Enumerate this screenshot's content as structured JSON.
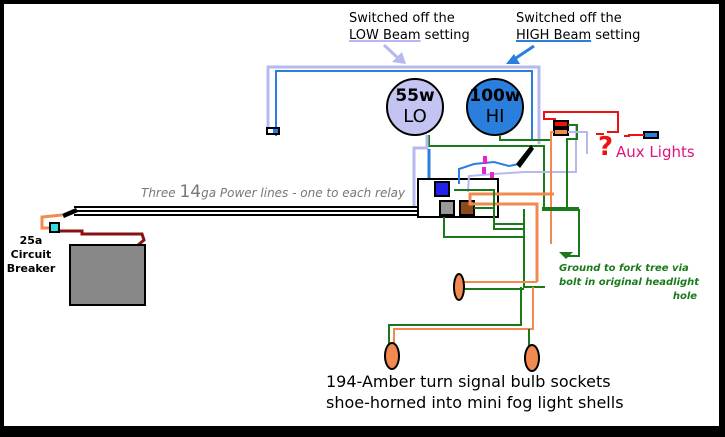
{
  "diagram": {
    "title_low": {
      "line1": "Switched off the",
      "line2_underlined": "LOW Beam",
      "line2_rest": " setting"
    },
    "title_high": {
      "line1": "Switched off the",
      "line2_underlined": "HIGH Beam",
      "line2_rest": " setting"
    },
    "lamp_low": {
      "wattage": "55w",
      "label": "LO",
      "color": "#c4c4f2"
    },
    "lamp_high": {
      "wattage": "100w",
      "label": "HI",
      "color": "#2a7fdd"
    },
    "aux": {
      "mark": "?",
      "label": "Aux Lights"
    },
    "power_lines": {
      "prefix": "Three ",
      "gauge": "14",
      "suffix": "ga Power lines - one to each relay"
    },
    "breaker": {
      "line1": "25a",
      "line2": "Circuit",
      "line3": "Breaker"
    },
    "ground_note": {
      "line1": "Ground to fork tree via",
      "line2": "bolt in original headlight",
      "line3": "hole"
    },
    "caption": {
      "line1": "194-Amber turn signal bulb sockets",
      "line2": "shoe-horned into mini fog light shells"
    },
    "colors": {
      "low_wire": "#b8b8f0",
      "high_wire": "#2a7fdd",
      "ground_wire": "#1a7a1a",
      "amber_wire": "#f28a50",
      "battery_wire": "#8b1010",
      "aux_wire": "#ee1111",
      "battery": "#888888"
    }
  }
}
